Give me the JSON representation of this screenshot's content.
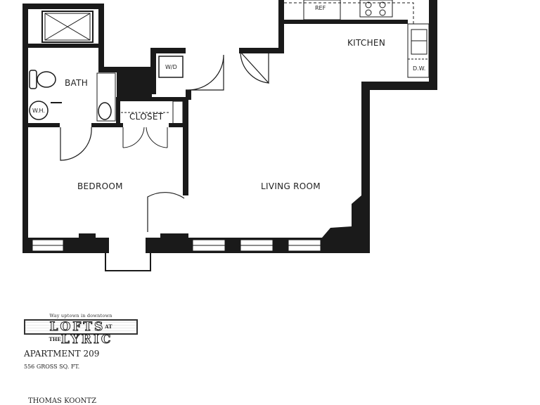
{
  "rooms": {
    "kitchen": "KITCHEN",
    "bath": "BATH",
    "closet": "CLOSET",
    "bedroom": "BEDROOM",
    "living_room": "LIVING ROOM"
  },
  "fixtures": {
    "ref": "REF",
    "washer_dryer": "W/D",
    "water_heater": "W.H.",
    "dishwasher": "D.W."
  },
  "branding": {
    "tagline": "Way uptown in downtown",
    "name_before": "LOFTS",
    "name_at": "AT THE",
    "name_after": "LYRIC"
  },
  "unit": {
    "apartment": "APARTMENT 209",
    "area": "556 GROSS SQ. FT."
  },
  "agent": "THOMAS KOONTZ"
}
